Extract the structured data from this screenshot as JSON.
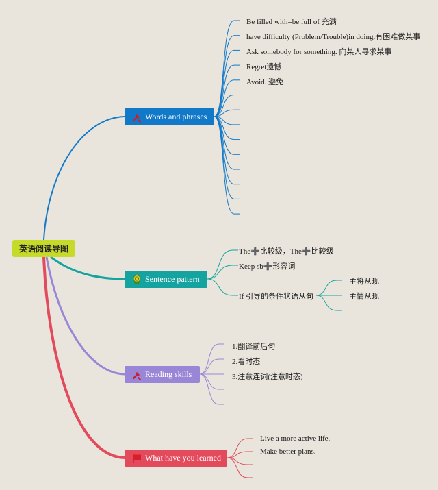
{
  "root": {
    "label": "英语阅读导图",
    "color": "#c6da2a"
  },
  "branches": {
    "words": {
      "label": "Words and phrases",
      "color": "#1279c9",
      "icon": "tools-icon",
      "items": [
        "Be filled with=be full of 充满",
        "have difficulty (Problem/Trouble)in doing.有困难做某事",
        "Ask somebody for something. 向某人寻求某事",
        "Regret遗憾",
        "Avoid. 避免"
      ]
    },
    "sentence": {
      "label": "Sentence pattern",
      "color": "#15a3a0",
      "icon": "medal-icon",
      "items": [
        "The➕比较级，The➕比较级",
        "Keep sb➕形容词",
        "If 引导的条件状语从句"
      ],
      "sub_items": [
        "主将从现",
        "主情从现"
      ]
    },
    "reading": {
      "label": "Reading skills",
      "color": "#9a86d6",
      "icon": "tools-icon",
      "items": [
        "1.翻译前后句",
        "2.看时态",
        "3.注意连词(注意时态)"
      ]
    },
    "learned": {
      "label": "What have you learned",
      "color": "#e34b5c",
      "icon": "flag-icon",
      "items": [
        "Live a more active life.",
        "Make better plans."
      ]
    }
  }
}
